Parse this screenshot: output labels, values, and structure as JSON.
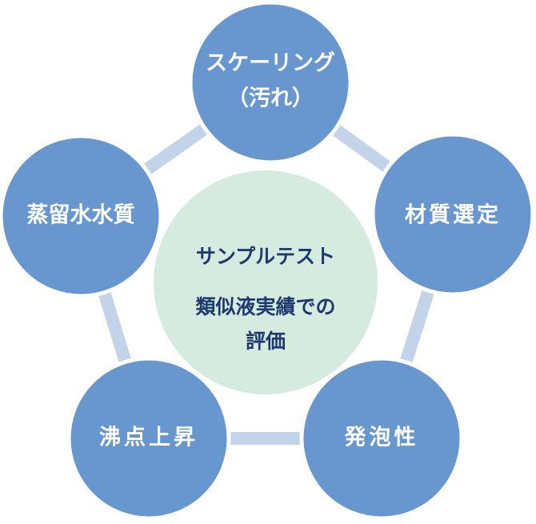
{
  "center": {
    "line1": "サンプルテスト",
    "line2": "類似液実績での",
    "line3": "評価"
  },
  "nodes": {
    "top": {
      "line1": "スケーリング",
      "line2": "（汚れ）"
    },
    "right": {
      "label": "材質選定"
    },
    "bottom_right": {
      "label": "発泡性"
    },
    "bottom_left": {
      "label": "沸点上昇"
    },
    "left": {
      "label": "蒸留水水質"
    }
  },
  "colors": {
    "node_fill": "#6896cf",
    "node_stroke": "#ffffff",
    "connector": "#c3d3ea",
    "center_fill": "#d6ebdf",
    "center_text": "#1f3a6e"
  }
}
